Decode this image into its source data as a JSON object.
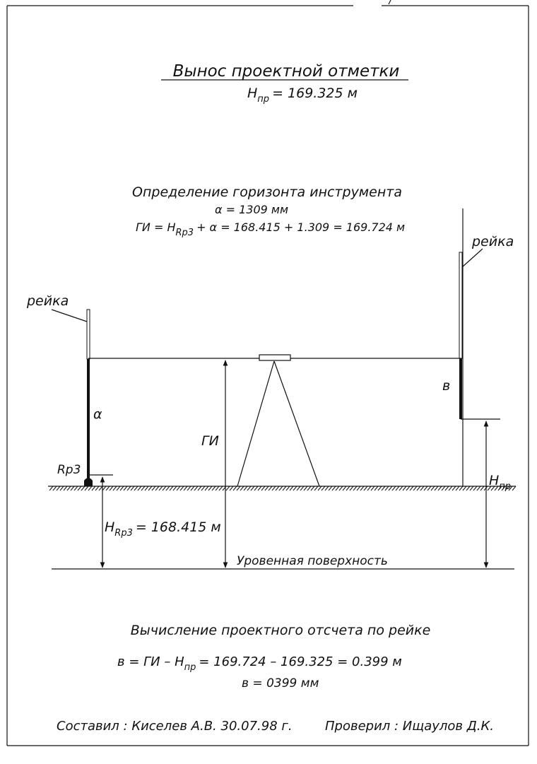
{
  "title": {
    "main": "Вынос проектной отметки",
    "hpr_symbol": "H",
    "hpr_sub": "пр",
    "hpr_value": "= 169.325 м"
  },
  "instrument_horizon": {
    "heading": "Определение горизонта инструмента",
    "a_line": "α = 1309 мм",
    "formula_prefix": "ГИ = H",
    "formula_sub": "Rp3",
    "formula_rest": "+ α = 168.415 + 1.309 = 169.724 м"
  },
  "labels": {
    "rod_left": "рейка",
    "rod_right": "рейка",
    "a": "α",
    "b": "в",
    "gi": "ГИ",
    "rp3": "Rp3",
    "h_rp3_symbol": "H",
    "h_rp3_sub": "Rp3",
    "h_rp3_value": "= 168.415 м",
    "hpr_symbol": "H",
    "hpr_sub": "пр",
    "level_surface": "Уровенная поверхность"
  },
  "calculation": {
    "heading": "Вычисление проектного отсчета по рейке",
    "formula_prefix": "в = ГИ – H",
    "formula_sub": "пр",
    "formula_rest": "= 169.724 – 169.325 = 0.399 м",
    "result": "в = 0399 мм"
  },
  "signatures": {
    "compiled": "Составил : Киселев А.В. 30.07.98 г.",
    "checked": "Проверил : Ищаулов Д.К."
  }
}
